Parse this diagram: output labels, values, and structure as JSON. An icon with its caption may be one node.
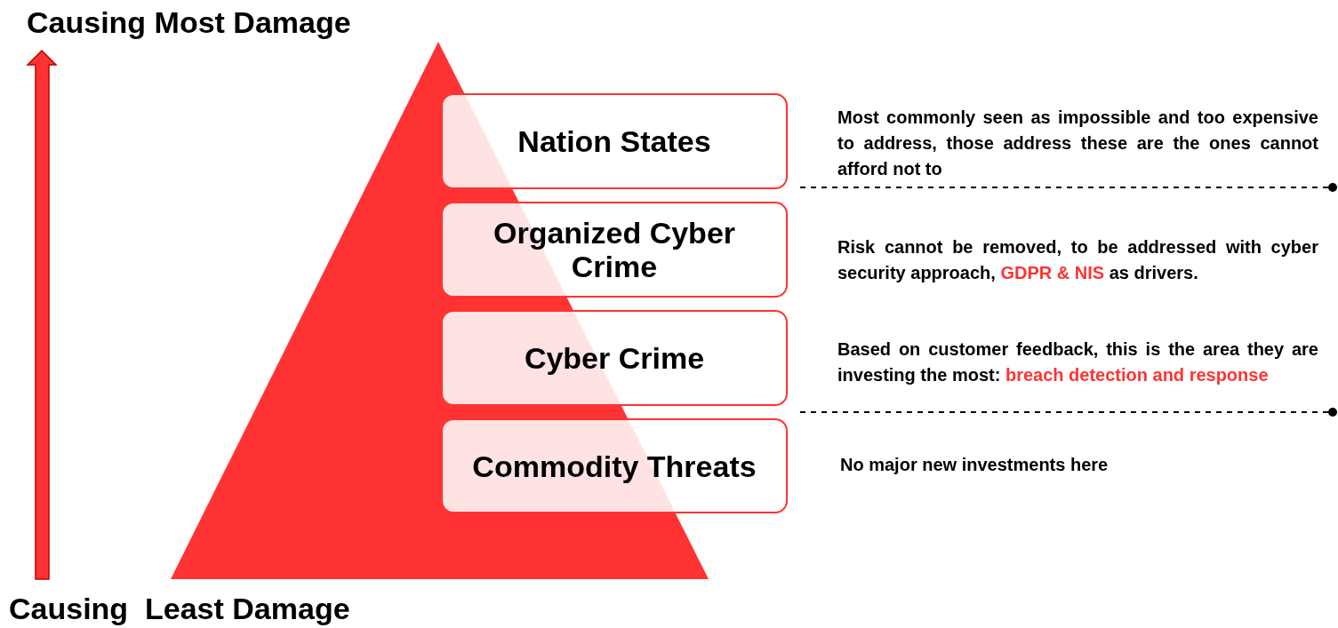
{
  "diagram": {
    "nodes": [
      {
        "text": [
          "Nation States"
        ],
        "beside": [
          "Most commonly seen as impossible and too expensive to address, those address these are the ones cannot afford not to"
        ]
      },
      {
        "text": [
          "Organized Cyber Crime"
        ],
        "beside": [
          "Risk cannot be removed, to be addressed with cyber security approach,",
          "GDPR & NIS",
          "as drivers."
        ]
      },
      {
        "text": [
          "Cyber Crime"
        ],
        "beside": [
          "Based on customer feedback, this is the area they are investing the most:",
          "breach detection and response"
        ]
      },
      {
        "text": [
          "Commodity Threats"
        ],
        "beside": [
          "No major new investments here"
        ]
      }
    ],
    "edges": [],
    "labels": [
      "Causing Most Damage",
      "Causing  Least Damage"
    ]
  }
}
